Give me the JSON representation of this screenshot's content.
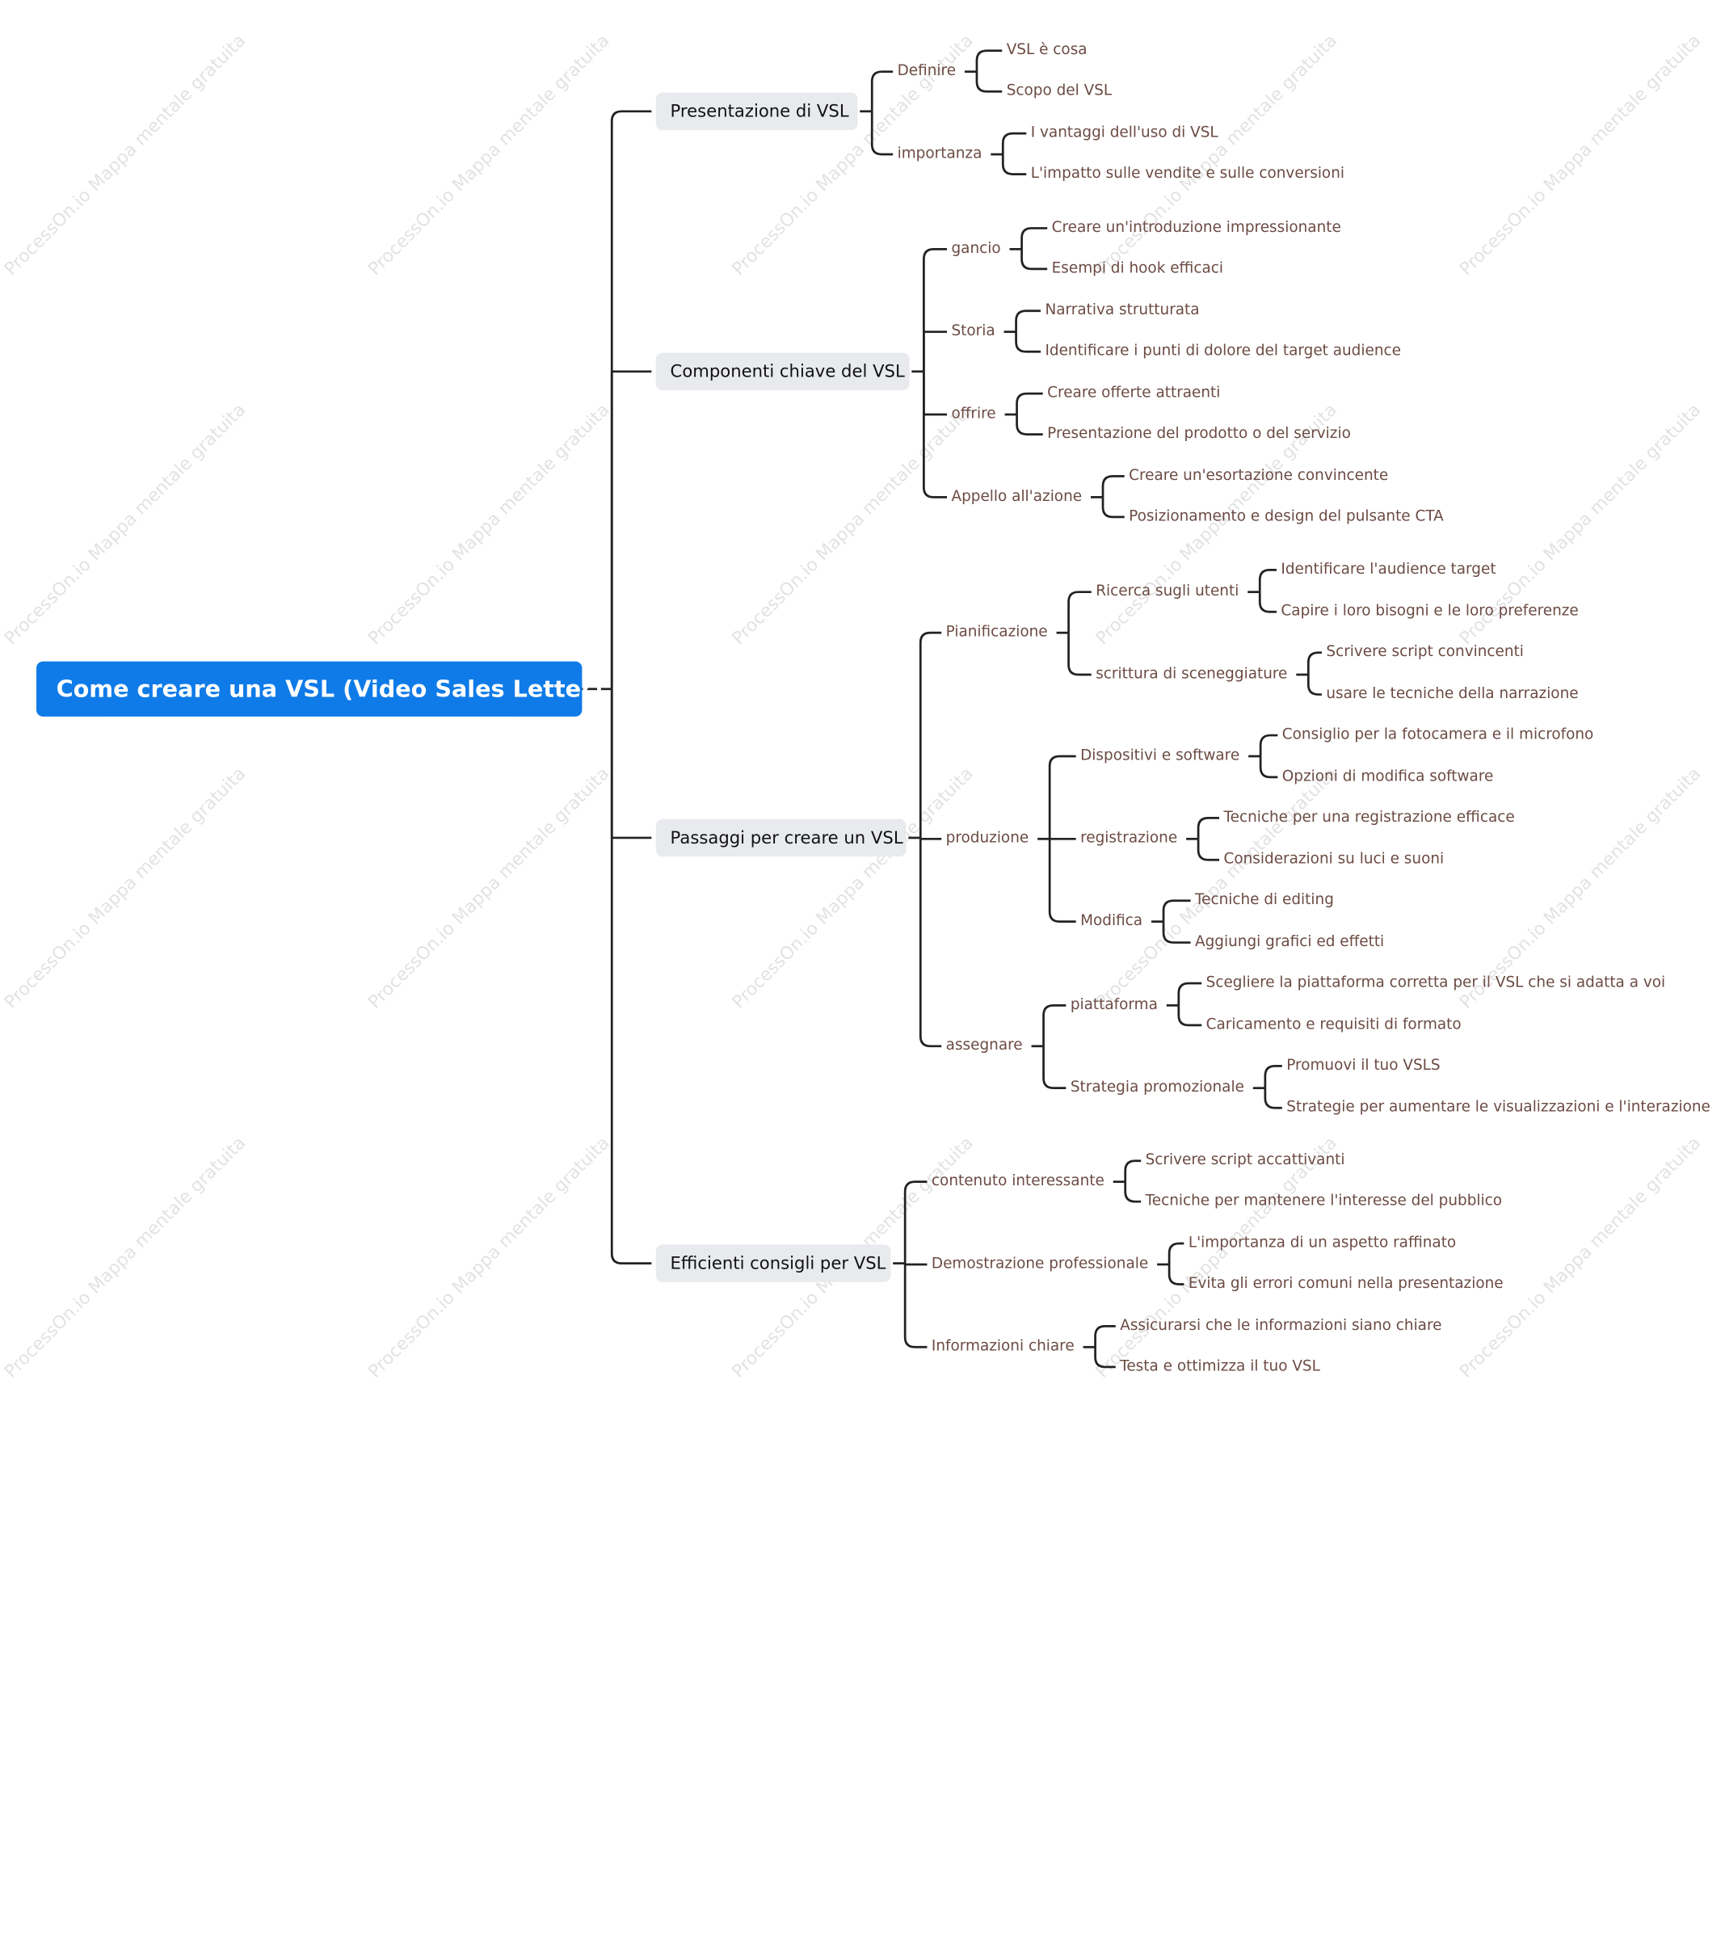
{
  "watermark": "ProcessOn.io Mappa mentale gratuita",
  "colors": {
    "root_bg": "#0f7be8",
    "branch_bg": "#e8eaee",
    "line": "#222222",
    "text": "#6b4b43"
  },
  "root": "Come creare una VSL (Video Sales Letter)",
  "branches": [
    {
      "label": "Presentazione di VSL",
      "children": [
        {
          "label": "Definire",
          "children": [
            {
              "label": "VSL è cosa"
            },
            {
              "label": "Scopo del VSL"
            }
          ]
        },
        {
          "label": "importanza",
          "children": [
            {
              "label": "I vantaggi dell'uso di VSL"
            },
            {
              "label": "L'impatto sulle vendite e sulle conversioni"
            }
          ]
        }
      ]
    },
    {
      "label": "Componenti chiave del VSL",
      "children": [
        {
          "label": "gancio",
          "children": [
            {
              "label": "Creare un'introduzione impressionante"
            },
            {
              "label": "Esempi di hook efficaci"
            }
          ]
        },
        {
          "label": "Storia",
          "children": [
            {
              "label": "Narrativa strutturata"
            },
            {
              "label": "Identificare i punti di dolore del target audience"
            }
          ]
        },
        {
          "label": "offrire",
          "children": [
            {
              "label": "Creare offerte attraenti"
            },
            {
              "label": "Presentazione del prodotto o del servizio"
            }
          ]
        },
        {
          "label": "Appello all'azione",
          "children": [
            {
              "label": "Creare un'esortazione convincente"
            },
            {
              "label": "Posizionamento e design del pulsante CTA"
            }
          ]
        }
      ]
    },
    {
      "label": "Passaggi per creare un VSL",
      "children": [
        {
          "label": "Pianificazione",
          "children": [
            {
              "label": "Ricerca sugli utenti",
              "children": [
                {
                  "label": "Identificare l'audience target"
                },
                {
                  "label": "Capire i loro bisogni e le loro preferenze"
                }
              ]
            },
            {
              "label": "scrittura di sceneggiature",
              "children": [
                {
                  "label": "Scrivere script convincenti"
                },
                {
                  "label": "usare le tecniche della narrazione"
                }
              ]
            }
          ]
        },
        {
          "label": "produzione",
          "children": [
            {
              "label": "Dispositivi e software",
              "children": [
                {
                  "label": "Consiglio per la fotocamera e il microfono"
                },
                {
                  "label": "Opzioni di modifica software"
                }
              ]
            },
            {
              "label": "registrazione",
              "children": [
                {
                  "label": "Tecniche per una registrazione efficace"
                },
                {
                  "label": "Considerazioni su luci e suoni"
                }
              ]
            },
            {
              "label": "Modifica",
              "children": [
                {
                  "label": "Tecniche di editing"
                },
                {
                  "label": "Aggiungi grafici ed effetti"
                }
              ]
            }
          ]
        },
        {
          "label": "assegnare",
          "children": [
            {
              "label": "piattaforma",
              "children": [
                {
                  "label": "Scegliere la piattaforma corretta per il VSL che si adatta a voi"
                },
                {
                  "label": "Caricamento e requisiti di formato"
                }
              ]
            },
            {
              "label": "Strategia promozionale",
              "children": [
                {
                  "label": "Promuovi il tuo VSLS"
                },
                {
                  "label": "Strategie per aumentare le visualizzazioni e l'interazione"
                }
              ]
            }
          ]
        }
      ]
    },
    {
      "label": "Efficienti consigli per VSL",
      "children": [
        {
          "label": "contenuto interessante",
          "children": [
            {
              "label": "Scrivere script accattivanti"
            },
            {
              "label": "Tecniche per mantenere l'interesse del pubblico"
            }
          ]
        },
        {
          "label": "Demostrazione professionale",
          "children": [
            {
              "label": "L'importanza di un aspetto raffinato"
            },
            {
              "label": "Evita gli errori comuni nella presentazione"
            }
          ]
        },
        {
          "label": "Informazioni chiare",
          "children": [
            {
              "label": "Assicurarsi che le informazioni siano chiare"
            },
            {
              "label": "Testa e ottimizza il tuo VSL"
            }
          ]
        }
      ]
    }
  ]
}
